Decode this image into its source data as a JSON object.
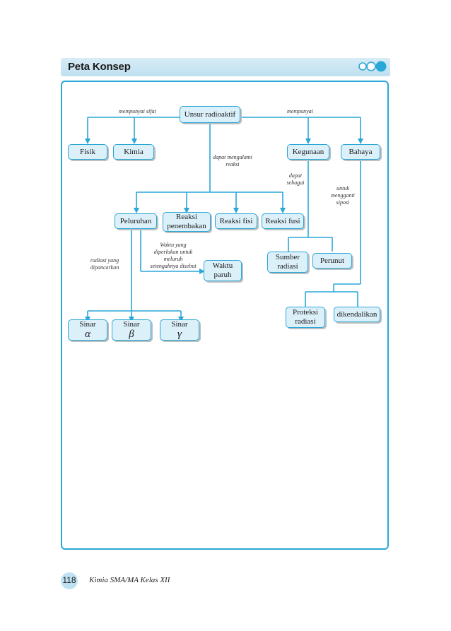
{
  "header": {
    "title": "Peta Konsep"
  },
  "nodes": {
    "unsur": "Unsur radioaktif",
    "fisik": "Fisik",
    "kimia": "Kimia",
    "kegunaan": "Kegunaan",
    "bahaya": "Bahaya",
    "peluruhan": "Peluruhan",
    "reaksi_penembakan": [
      "Reaksi",
      "penembakan"
    ],
    "reaksi_fisi": "Reaksi fisi",
    "reaksi_fusi": "Reaksi fusi",
    "waktu_paruh": [
      "Waktu",
      "paruh"
    ],
    "sumber_radiasi": [
      "Sumber",
      "radiasi"
    ],
    "perunut": "Perunut",
    "proteksi_radiasi": [
      "Proteksi",
      "radiasi"
    ],
    "dikendalikan": "dikendalikan",
    "sinar_alpha": {
      "text": "Sinar",
      "symbol": "α"
    },
    "sinar_beta": {
      "text": "Sinar",
      "symbol": "β"
    },
    "sinar_gamma": {
      "text": "Sinar",
      "symbol": "γ"
    }
  },
  "labels": {
    "mempunyai_sifat": "mempunyai sifat",
    "mempunyai": "mempunyai",
    "dapat_mengalami": [
      "dapat mengalami",
      "reaksi"
    ],
    "dapat_sebagai": [
      "dapat",
      "sebagai"
    ],
    "untuk_mengganti": [
      "untuk",
      "mengganti",
      "siposi"
    ],
    "radiasi_dipancarkan": [
      "radiasi yang",
      "dipancarkan"
    ],
    "waktu_yang": [
      "Waktu yang",
      "diperlukan untuk",
      "meluruh",
      "setengahnya disebut"
    ]
  },
  "footer": {
    "page": "118",
    "book": "Kimia SMA/MA Kelas XII"
  },
  "colors": {
    "accent": "#2aa7d7",
    "node_fill": "#dcf0fa",
    "header_fill": "#c9e6f4"
  }
}
